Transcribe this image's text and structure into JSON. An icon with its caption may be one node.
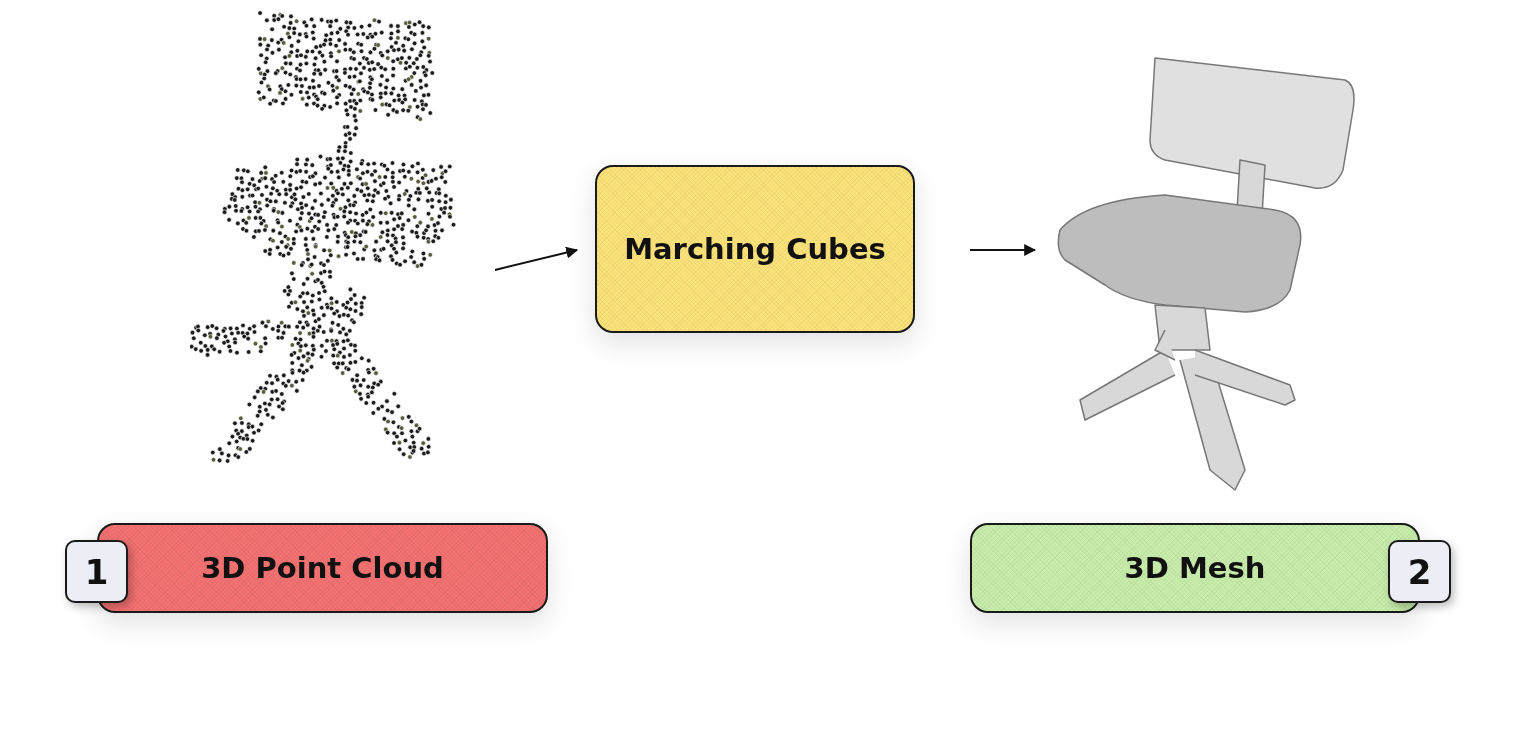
{
  "diagram": {
    "nodes": [
      {
        "text": [],
        "shape": "picture"
      },
      {
        "text": [
          "Marching Cubes"
        ]
      },
      {
        "text": [],
        "shape": "picture"
      },
      {
        "text": [
          "3D Point Cloud"
        ]
      },
      {
        "text": [
          "1"
        ]
      },
      {
        "text": [
          "3D Mesh"
        ]
      },
      {
        "text": [
          "2"
        ]
      }
    ],
    "edges": [
      {
        "from": 0,
        "to": 1,
        "arrow": "to"
      },
      {
        "from": 1,
        "to": 2,
        "arrow": "to"
      }
    ]
  }
}
